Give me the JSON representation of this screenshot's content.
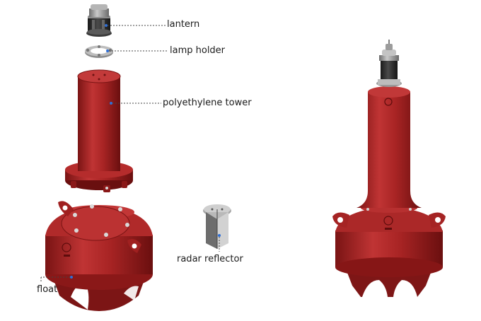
{
  "labels": {
    "lantern": "lantern",
    "lamp_holder": "lamp holder",
    "tower": "polyethylene tower",
    "radar_reflector": "radar reflector",
    "float": "float"
  },
  "colors": {
    "body_red": "#a01e1e",
    "body_red_dark": "#6e1010",
    "body_red_light": "#c73a3a",
    "metal_grey": "#9a9a9a",
    "lantern_dark": "#2a2a2a",
    "accent_blue": "#2f6fd6"
  }
}
